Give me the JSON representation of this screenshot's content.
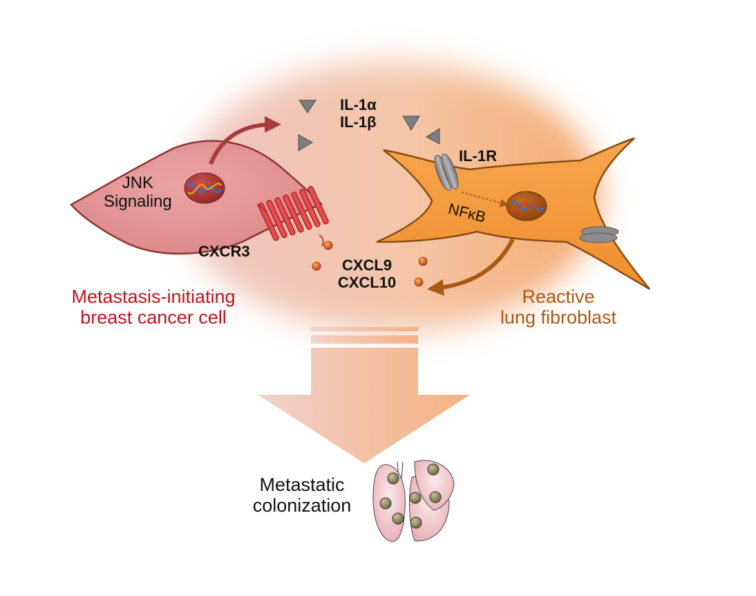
{
  "figure": {
    "type": "schematic",
    "cancer_cell": {
      "label_line1": "Metastasis-initiating",
      "label_line2": "breast cancer cell",
      "signaling_line1": "JNK",
      "signaling_line2": "Signaling",
      "receptor": "CXCR3",
      "color": "#e8999a",
      "label_color": "#c0141c"
    },
    "fibroblast": {
      "label_line1": "Reactive",
      "label_line2": "lung fibroblast",
      "receptor": "IL-1R",
      "pathway": "NFκB",
      "color": "#f29a3f",
      "label_color": "#a85a14"
    },
    "cytokines": {
      "il1_line1": "IL-1α",
      "il1_line2": "IL-1β",
      "cxcl_line1": "CXCL9",
      "cxcl_line2": "CXCL10"
    },
    "outcome": {
      "label_line1": "Metastatic",
      "label_line2": "colonization"
    },
    "colors": {
      "glow_left": "#efc2bd",
      "glow_right": "#f5b07c",
      "arrow_left": "#f1cfc8",
      "arrow_right": "#f6b585",
      "secretion_arrow": "#a83c3a",
      "fibroblast_arrow": "#a85a14",
      "ligand_gray": "#7a7a7a",
      "chemokine": "#d9601c"
    }
  }
}
